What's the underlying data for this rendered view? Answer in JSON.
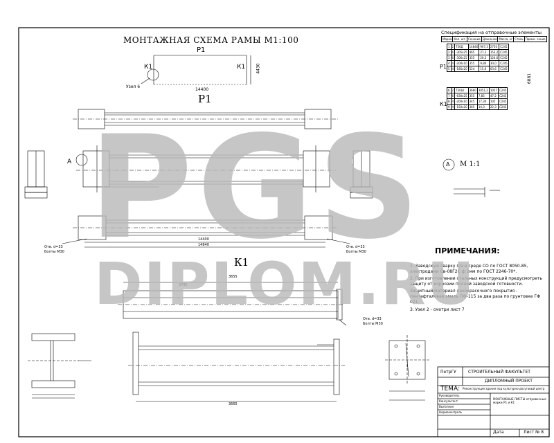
{
  "drawing": {
    "title": "МОНТАЖНАЯ СХЕМА РАМЫ   М1:100",
    "p1_label": "Р1",
    "k1_label": "К1",
    "scheme_p1": "Р1",
    "scheme_k1_left": "К1",
    "scheme_k1_right": "К1",
    "scheme_span": "14400",
    "scheme_height": "4430",
    "scheme_node": "Узел 6",
    "node_a": "А",
    "node_a_scale": "М  1:1",
    "dim_p1_total": "14400",
    "dim_p1_len": "14840",
    "dim_k1_total": "3655",
    "dim_k1_part": "3780",
    "dim_k1_bottom": "3665",
    "left_holes": "Отв. d=33",
    "left_bolts": "Болты М30",
    "right_holes": "Отв. d=33",
    "right_bolts": "Болты М30",
    "k1_holes": "Отв. d=33",
    "k1_bolts": "Болты М30"
  },
  "spec": {
    "header": "Спецификация на отправочные элементы",
    "col_mark": "Марка",
    "col_qty": "Кол. шт.",
    "col_section": "Сечение",
    "col_length": "Длина мм",
    "col_mass": "Масса, кг",
    "col_steel": "Сталь",
    "col_note": "Приме- чание",
    "group_p1": "Р1",
    "group_k1": "К1",
    "total": "6881",
    "rows_p1": [
      [
        "1",
        "2",
        "Т30Д",
        "14840",
        "907,3",
        "2750",
        "С245"
      ],
      [
        "2",
        "6",
        "-305x25",
        "465",
        "27,2",
        "153,2",
        "С245"
      ],
      [
        "3",
        "6",
        "-306x25",
        "355",
        "20,2",
        "124,6",
        "С245"
      ],
      [
        "4",
        "4",
        "-200x10",
        "355",
        "9,80",
        "30,0",
        "С245"
      ],
      [
        "5",
        "4",
        "-185x20",
        "524",
        "15,6",
        "63,6",
        "С245"
      ]
    ],
    "rows_k1": [
      [
        "6",
        "2",
        "Т30Ш",
        "3660",
        "3051,2",
        "1057",
        "С245"
      ],
      [
        "7",
        "6",
        "-630x25",
        "355",
        "7,85",
        "47,2",
        "С245"
      ],
      [
        "8",
        "4",
        "-200x10",
        "345",
        "17,30",
        "105",
        "С245"
      ],
      [
        "9",
        "4",
        "-150x20",
        "365",
        "14,3",
        "22,3",
        "С245"
      ]
    ]
  },
  "notes": {
    "heading": "ПРИМЕЧАНИЯ:",
    "items": [
      "1. Заводскую сварку п/а в среде СО  по ГОСТ 8050-85, электродами Св-08Г2С ф 2мм по ГОСТ 2246-70*.",
      "2. При изготовлении стальных конструкций предусмотреть защиту от коррозии полной заводской готовности.",
      "Защитный материал лакокрасочного покрытия - пентафталевая эмаль ПФ-115 за два раза по грунтовке ГФ 021.",
      "3. Узел 2 - смотри лист 7"
    ]
  },
  "stamp": {
    "org": "ПетрГУ",
    "faculty": "СТРОИТЕЛЬНЫЙ ФАКУЛЬТЕТ",
    "project": "ДИПЛОМНЫЙ ПРОЕКТ",
    "theme_label": "ТЕМА:",
    "theme": "Реконструкция здания под культурно-досуговый центр",
    "sheet_title": "МОНТАЖНЫЕ ЛИСТЫ отправочные марки Р1 и К1",
    "row1": "Руководитель",
    "row2": "Консультант",
    "row3": "Выполнил",
    "row4": "Нормоконтроль",
    "date": "Дата",
    "sheet": "Лист № 8"
  },
  "watermark": {
    "top": "PGS",
    "bottom": "DIPLOM.RU"
  }
}
